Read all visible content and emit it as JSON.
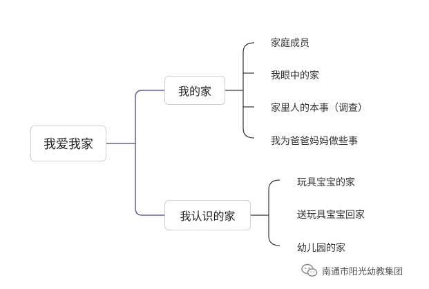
{
  "root": {
    "label": "我爱我家"
  },
  "branches": [
    {
      "label": "我的家",
      "children": [
        "家庭成员",
        "我眼中的家",
        "家里人的本事（调查）",
        "我为爸爸妈妈做些事"
      ]
    },
    {
      "label": "我认识的家",
      "children": [
        "玩具宝宝的家",
        "送玩具宝宝回家",
        "幼儿园的家"
      ]
    }
  ],
  "watermark": {
    "text": "南通市阳光幼教集团",
    "icon": "wechat-icon"
  },
  "colors": {
    "main_connector": "#6b5d8a",
    "sub_connector": "#333333",
    "node_border": "#cfcfcf"
  }
}
